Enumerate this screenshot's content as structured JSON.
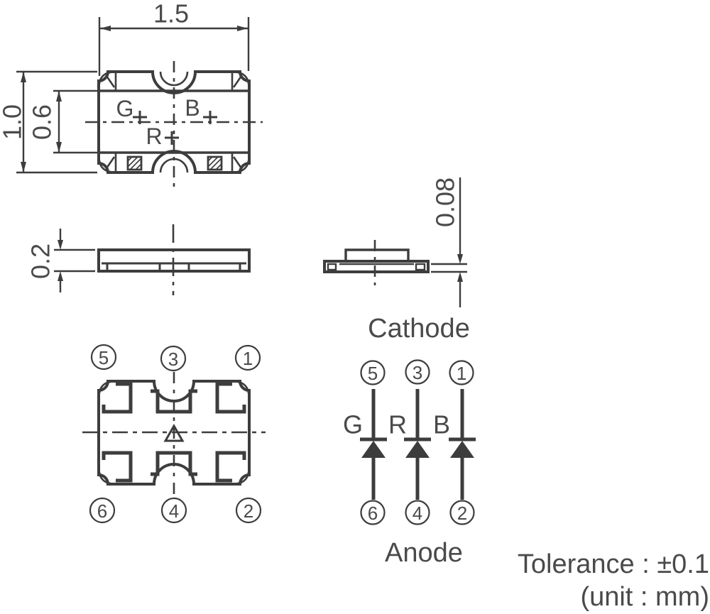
{
  "drawing": {
    "top_view": {
      "dim_width": "1.5",
      "dim_height": "1.0",
      "dim_inner": "0.6",
      "die_labels": {
        "green": "G",
        "blue": "B",
        "red": "R"
      }
    },
    "front_view": {
      "dim_thickness": "0.2"
    },
    "side_view": {
      "dim_lead_thickness": "0.08"
    },
    "bottom_view": {
      "pins": {
        "p1": "1",
        "p2": "2",
        "p3": "3",
        "p4": "4",
        "p5": "5",
        "p6": "6"
      }
    },
    "circuit": {
      "cathode_label": "Cathode",
      "anode_label": "Anode",
      "top_pins": {
        "p5": "5",
        "p3": "3",
        "p1": "1"
      },
      "bottom_pins": {
        "p6": "6",
        "p4": "4",
        "p2": "2"
      },
      "diode_labels": {
        "green": "G",
        "red": "R",
        "blue": "B"
      }
    },
    "notes": {
      "tolerance": "Tolerance : ±0.1",
      "unit": "(unit : mm)"
    },
    "colors": {
      "line": "#3d3d3d",
      "text": "#4a4a4a",
      "background": "#ffffff"
    }
  }
}
